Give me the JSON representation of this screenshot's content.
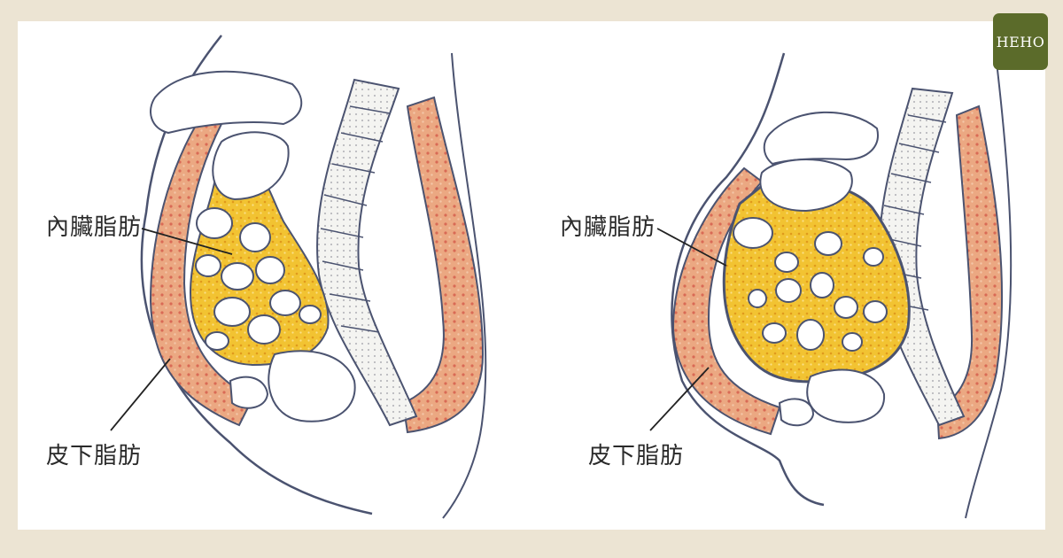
{
  "brand": {
    "logo_text": "HEHO",
    "accent": "#5b6b2a"
  },
  "colors": {
    "background": "#ece4d3",
    "visceral_fat": "#f2c332",
    "subcutaneous_fat": "#e9a07c",
    "outline": "#4b5370"
  },
  "panels": [
    {
      "visceral_label": "內臟脂肪",
      "subcutaneous_label": "皮下脂肪"
    },
    {
      "visceral_label": "內臟脂肪",
      "subcutaneous_label": "皮下脂肪"
    }
  ]
}
